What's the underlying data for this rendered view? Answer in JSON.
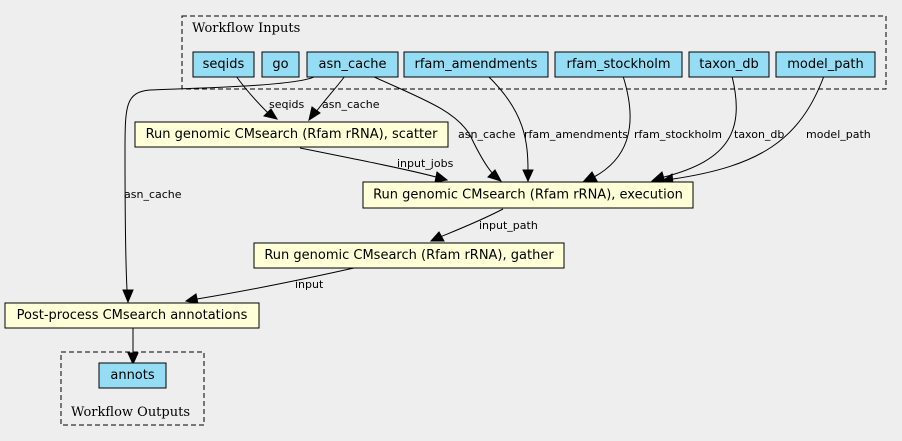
{
  "clusters": {
    "inputs_label": "Workflow Inputs",
    "outputs_label": "Workflow Outputs"
  },
  "inputs": {
    "seqids": "seqids",
    "go": "go",
    "asn_cache": "asn_cache",
    "rfam_amendments": "rfam_amendments",
    "rfam_stockholm": "rfam_stockholm",
    "taxon_db": "taxon_db",
    "model_path": "model_path"
  },
  "steps": {
    "scatter": "Run genomic CMsearch (Rfam rRNA), scatter",
    "execution": "Run genomic CMsearch (Rfam rRNA), execution",
    "gather": "Run genomic CMsearch (Rfam rRNA), gather",
    "postprocess": "Post-process CMsearch annotations"
  },
  "outputs": {
    "annots": "annots"
  },
  "edge_labels": {
    "seqids": "seqids",
    "asn_cache_scatter": "asn_cache",
    "asn_cache_exec": "asn_cache",
    "rfam_amendments": "rfam_amendments",
    "rfam_stockholm": "rfam_stockholm",
    "taxon_db": "taxon_db",
    "model_path": "model_path",
    "input_jobs": "input_jobs",
    "input_path": "input_path",
    "input": "input",
    "asn_cache_post": "asn_cache"
  }
}
